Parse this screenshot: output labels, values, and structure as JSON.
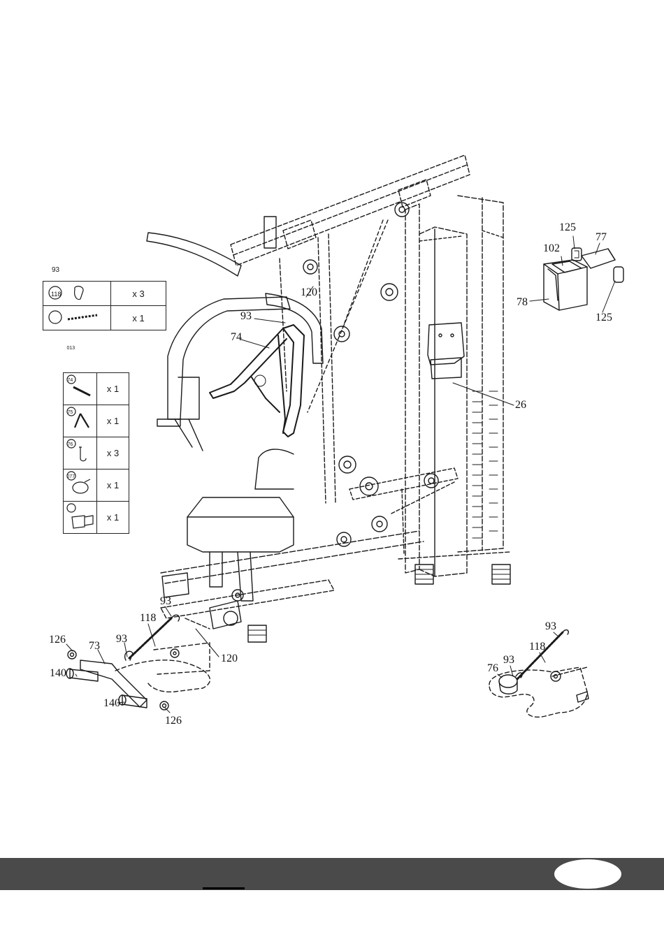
{
  "callouts": {
    "c125a": "125",
    "c77": "77",
    "c102": "102",
    "c78": "78",
    "c125b": "125",
    "c120a": "120",
    "c93a": "93",
    "c74": "74",
    "c26": "26",
    "c93b": "93",
    "c118a": "118",
    "c126a": "126",
    "c73": "73",
    "c93c": "93",
    "c120b": "120",
    "c140a": "140",
    "c140b": "140",
    "c126b": "126",
    "c93d": "93",
    "c118b": "118",
    "c93e": "93",
    "c76": "76"
  },
  "parts_table_a": [
    {
      "id": "93",
      "qty": "x 3",
      "icon": "snap-hook-icon"
    },
    {
      "id": "118",
      "qty": "x 1",
      "icon": "chain-icon"
    }
  ],
  "parts_table_b": [
    {
      "id": "013",
      "qty": "x 1",
      "icon": "lat-bar-icon"
    },
    {
      "id": "74",
      "qty": "x 1",
      "icon": "triceps-rope-icon"
    },
    {
      "id": "75",
      "qty": "x 3",
      "icon": "hook-icon"
    },
    {
      "id": "76",
      "qty": "x 1",
      "icon": "ankle-strap-icon"
    },
    {
      "id": "077",
      "qty": "x 1",
      "icon": "pad-holder-icon"
    }
  ],
  "colors": {
    "footer": "#4a4a4b",
    "line": "#1a1a1a"
  }
}
